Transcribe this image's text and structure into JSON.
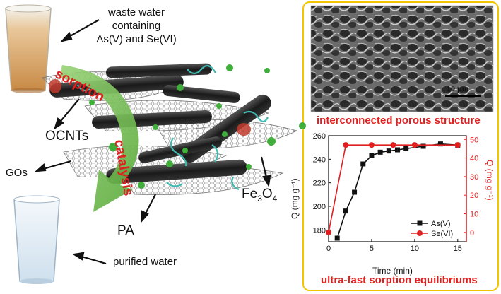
{
  "labels": {
    "waste_water_line1": "waste water",
    "waste_water_line2": "containing",
    "waste_water_line3": "As(V) and Se(VI)",
    "sorption": "sorption",
    "catalysis": "catalysis",
    "ocnts": "OCNTs",
    "gos": "GOs",
    "pa": "PA",
    "fe3o4_main": "Fe",
    "fe3o4_sub1": "3",
    "fe3o4_o": "O",
    "fe3o4_sub2": "4",
    "purified_water": "purified water",
    "scale_bar": "10 μm",
    "porous_caption": "interconnected porous structure",
    "equilibrium_caption": "ultra-fast sorption equilibriums"
  },
  "colors": {
    "accent_red": "#e02020",
    "border_yellow": "#f3c400",
    "arrow_green": "#6fbf4b",
    "black": "#111111"
  },
  "chart_data": {
    "type": "line",
    "xlabel": "Time (min)",
    "ylabel_left": "Q (mg g⁻¹)",
    "ylabel_right": "Q (mg g⁻¹)",
    "xlim": [
      0,
      16
    ],
    "ylim_left": [
      170,
      260
    ],
    "ylim_right": [
      -5,
      52
    ],
    "x_ticks": [
      "0",
      "5",
      "10",
      "15"
    ],
    "y_ticks_left": [
      "180",
      "200",
      "220",
      "240",
      "260"
    ],
    "y_ticks_right": [
      "0",
      "10",
      "20",
      "30",
      "40",
      "50"
    ],
    "legend_position": "bottom-right",
    "series": [
      {
        "name": "As(V)",
        "axis": "left",
        "color": "#111111",
        "marker": "square",
        "x": [
          1,
          2,
          3,
          4,
          5,
          6,
          7,
          8,
          9,
          11,
          13,
          15
        ],
        "y": [
          173,
          196,
          212,
          236,
          243,
          246,
          247,
          248,
          249,
          251,
          253,
          252
        ]
      },
      {
        "name": "Se(VI)",
        "axis": "right",
        "color": "#e02020",
        "marker": "circle",
        "x": [
          0,
          2,
          5,
          7.5,
          10,
          15
        ],
        "y": [
          0,
          47,
          47,
          47,
          47,
          47
        ]
      }
    ]
  }
}
